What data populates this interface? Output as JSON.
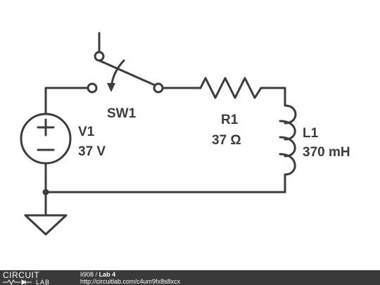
{
  "components": {
    "switch": {
      "label": "SW1"
    },
    "source": {
      "label": "V1",
      "value": "37 V"
    },
    "resistor": {
      "label": "R1",
      "value": "37 Ω"
    },
    "inductor": {
      "label": "L1",
      "value": "370 mH"
    }
  },
  "footer": {
    "logo_top": "CIRCUIT",
    "logo_bottom": "LAB",
    "user": "li908",
    "separator": "/",
    "title": "Lab 4",
    "url": "http://circuitlab.com/c4um9fx8s8xcx"
  },
  "colors": {
    "wire": "#3c3c3c",
    "footer_bg": "#3a3a3a",
    "footer_text": "#ffffff"
  }
}
